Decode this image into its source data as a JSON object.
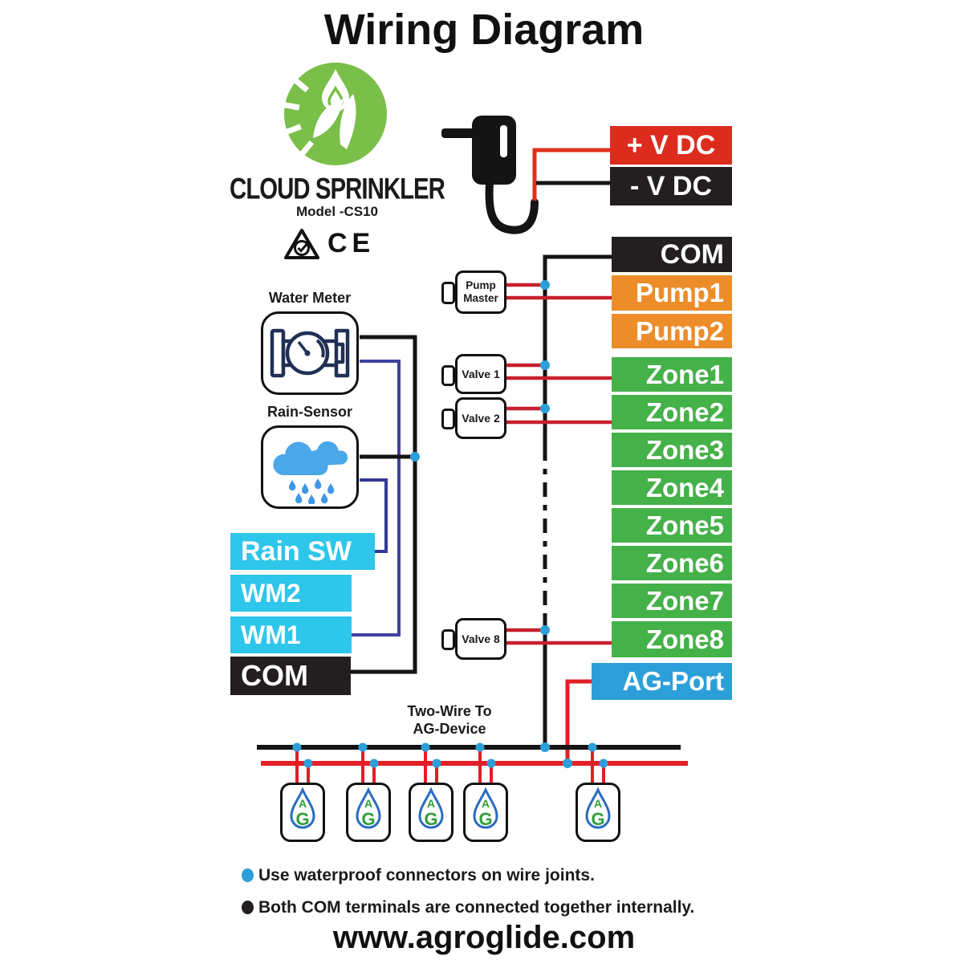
{
  "title": "Wiring Diagram",
  "brand": {
    "name": "CLOUD SPRINKLER",
    "model": "Model -CS10",
    "ce_mark": "CE"
  },
  "power": {
    "positive": "+ V DC",
    "negative": "- V DC"
  },
  "controller_terminals": [
    {
      "label": "COM",
      "color": "#231f20"
    },
    {
      "label": "Pump1",
      "color": "#ec8d2a"
    },
    {
      "label": "Pump2",
      "color": "#ec8d2a"
    },
    {
      "label": "Zone1",
      "color": "#45b149"
    },
    {
      "label": "Zone2",
      "color": "#45b149"
    },
    {
      "label": "Zone3",
      "color": "#45b149"
    },
    {
      "label": "Zone4",
      "color": "#45b149"
    },
    {
      "label": "Zone5",
      "color": "#45b149"
    },
    {
      "label": "Zone6",
      "color": "#45b149"
    },
    {
      "label": "Zone7",
      "color": "#45b149"
    },
    {
      "label": "Zone8",
      "color": "#45b149"
    },
    {
      "label": "AG-Port",
      "color": "#2d9fd8"
    }
  ],
  "sensor_terminals": [
    {
      "label": "Rain SW",
      "color": "#2ec6ea"
    },
    {
      "label": "WM2",
      "color": "#2ec6ea"
    },
    {
      "label": "WM1",
      "color": "#2ec6ea"
    },
    {
      "label": "COM",
      "color": "#231f20"
    }
  ],
  "sensors": [
    {
      "label": "Water Meter"
    },
    {
      "label": "Rain-Sensor"
    }
  ],
  "valves": [
    {
      "line1": "Pump",
      "line2": "Master"
    },
    {
      "line1": "Valve 1"
    },
    {
      "line1": "Valve 2"
    },
    {
      "line1": "Valve 8"
    }
  ],
  "two_wire": {
    "line1": "Two-Wire To",
    "line2": "AG-Device"
  },
  "ag_device": {
    "letter_top": "A",
    "letter_bottom": "G",
    "count": 5
  },
  "notes": [
    {
      "bullet": "#2d9fd8",
      "text": "Use waterproof connectors on wire joints."
    },
    {
      "bullet": "#231f20",
      "text": "Both COM terminals are connected together internally."
    }
  ],
  "footer": "www.agroglide.com",
  "colors": {
    "wire_red": "#c7202f",
    "bus_red": "#e31e25",
    "wire_black": "#141414",
    "wire_navy": "#3f42a0",
    "junction_dot": "#2d9fd8",
    "logo_green": "#7abf49"
  }
}
